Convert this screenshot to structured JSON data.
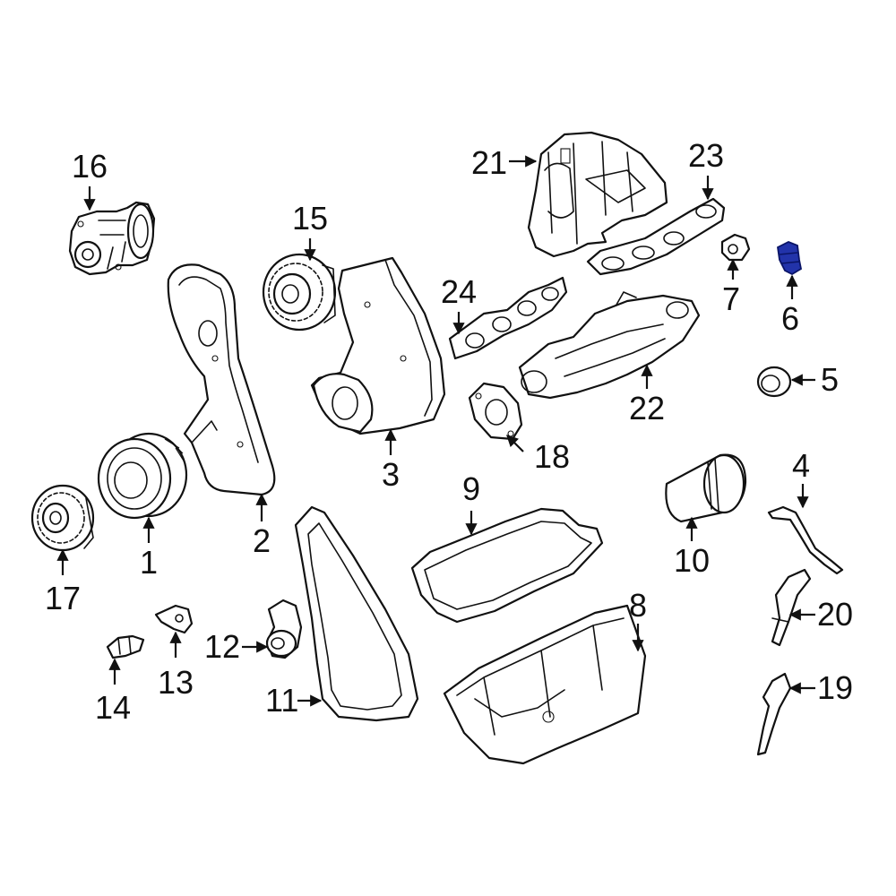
{
  "diagram": {
    "highlight_color": "#2233aa",
    "line_color": "#111111",
    "callouts": {
      "c1": "1",
      "c2": "2",
      "c3": "3",
      "c4": "4",
      "c5": "5",
      "c6": "6",
      "c7": "7",
      "c8": "8",
      "c9": "9",
      "c10": "10",
      "c11": "11",
      "c12": "12",
      "c13": "13",
      "c14": "14",
      "c15": "15",
      "c16": "16",
      "c17": "17",
      "c18": "18",
      "c19": "19",
      "c20": "20",
      "c21": "21",
      "c22": "22",
      "c23": "23",
      "c24": "24"
    },
    "highlighted_part": "6"
  }
}
